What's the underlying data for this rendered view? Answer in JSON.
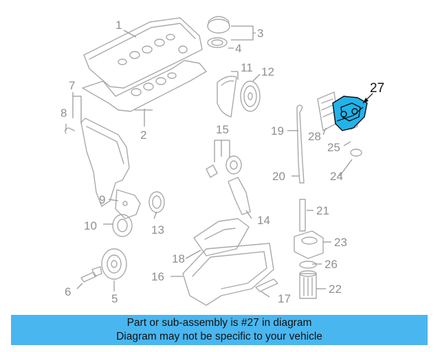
{
  "diagram": {
    "callouts": [
      "1",
      "2",
      "3",
      "4",
      "5",
      "6",
      "7",
      "8",
      "9",
      "10",
      "11",
      "12",
      "13",
      "14",
      "15",
      "16",
      "17",
      "18",
      "19",
      "20",
      "21",
      "22",
      "23",
      "24",
      "25",
      "26",
      "27",
      "28"
    ],
    "highlighted_callout": "27",
    "highlight_color": "#22b3ea",
    "line_color": "#a9a9a9"
  },
  "banner": {
    "line1": "Part or sub-assembly is #27 in diagram",
    "line2": "Diagram may not be specific to your vehicle",
    "background": "#4ab6ef"
  }
}
